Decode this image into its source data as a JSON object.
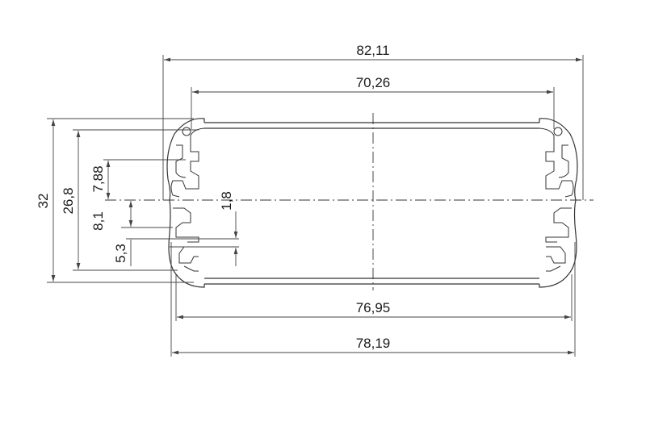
{
  "dimensions": {
    "overall_width": "82,11",
    "inner_top_width": "70,26",
    "inner_bottom_width": "76,95",
    "outer_bottom_width": "78,19",
    "overall_height": "32",
    "inner_height": "26,8",
    "upper_slot_offset": "7,88",
    "lower_slot_offset": "8,1",
    "slot_width": "5,3",
    "slot_gap": "1,8"
  }
}
